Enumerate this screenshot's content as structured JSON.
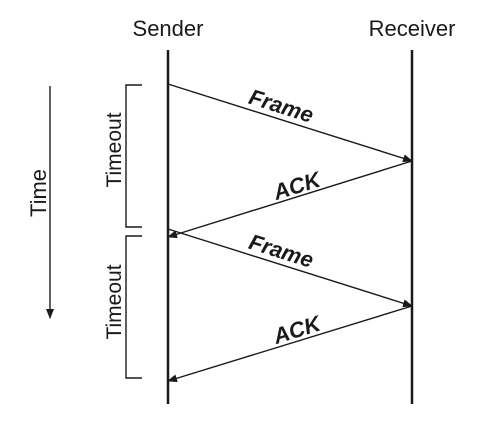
{
  "participants": {
    "sender": "Sender",
    "receiver": "Receiver"
  },
  "time_axis": {
    "label": "Time"
  },
  "timeouts": [
    {
      "label": "Timeout"
    },
    {
      "label": "Timeout"
    }
  ],
  "messages": [
    {
      "label": "Frame",
      "direction": "sender-to-receiver"
    },
    {
      "label": "ACK",
      "direction": "receiver-to-sender"
    },
    {
      "label": "Frame",
      "direction": "sender-to-receiver"
    },
    {
      "label": "ACK",
      "direction": "receiver-to-sender"
    }
  ]
}
